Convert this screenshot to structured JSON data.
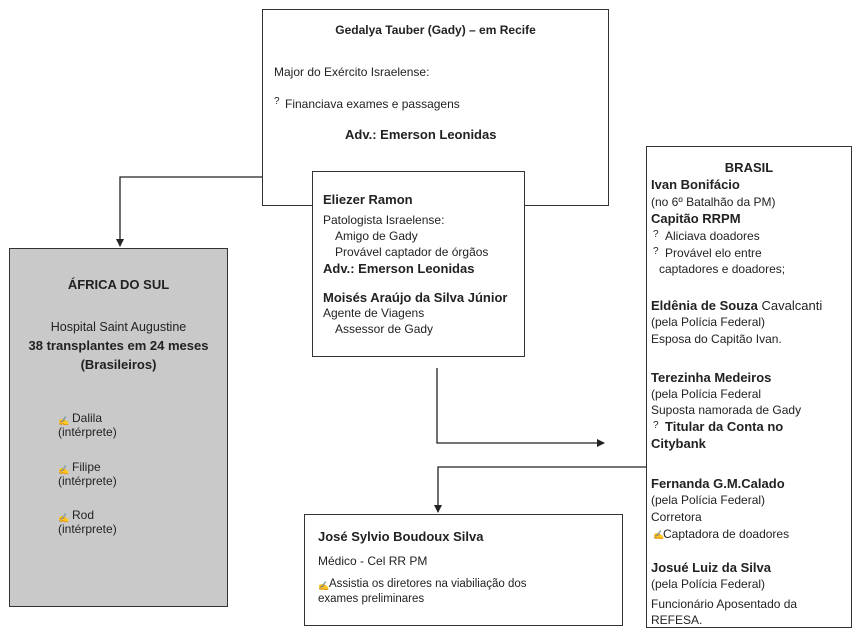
{
  "gedalya": {
    "title": "Gedalya Tauber (Gady) – em Recife",
    "line1": "Major do Exército Israelense:",
    "bullet": "?",
    "line2": "Financiava exames e passagens",
    "adv": "Adv.: Emerson Leonidas"
  },
  "africa": {
    "title": "ÁFRICA DO SUL",
    "hospital": "Hospital Saint Augustine",
    "transplants": "38 transplantes em 24 meses",
    "origin": "(Brasileiros)",
    "bullet": "✍",
    "people": [
      {
        "name": "Dalila",
        "role": "(intérprete)"
      },
      {
        "name": "Filipe",
        "role": "(intérprete)"
      },
      {
        "name": "Rod",
        "role": "(intérprete)"
      }
    ]
  },
  "eliezer": {
    "name": "Eliezer Ramon",
    "line1": "Patologista Israelense:",
    "line2": "Amigo de Gady",
    "line3": "Provável captador de órgãos",
    "adv": "Adv.: Emerson Leonidas",
    "moises": "Moisés Araújo da Silva Júnior",
    "moises_line1": "Agente de Viagens",
    "moises_line2": "Assessor de Gady"
  },
  "jose": {
    "name": "José Sylvio Boudoux Silva",
    "line1": "Médico - Cel RR PM",
    "bullet": "✍",
    "line2": "Assistia os diretores na viabiliação dos",
    "line3": "exames preliminares"
  },
  "brasil": {
    "title": "BRASIL",
    "ivan": {
      "name": "Ivan Bonifácio",
      "line1": "(no 6º  Batalhão da PM)",
      "rank": "Capitão RRPM",
      "bullet": "?",
      "b1": "Aliciava doadores",
      "b2": "Provável elo entre",
      "b2b": "captadores e doadores;"
    },
    "eldenia": {
      "name_bold": "Eldênia de Souza",
      "name_rest": " Cavalcanti",
      "line1": "(pela Polícia Federal)",
      "line2": "Esposa do  Capitão Ivan."
    },
    "terezinha": {
      "name": "Terezinha Medeiros",
      "line1": "(pela Polícia Federal",
      "line2": "Suposta namorada de  Gady",
      "bullet": "?",
      "bold1": "Titular da Conta no",
      "bold2": "Citybank"
    },
    "fernanda": {
      "name": "Fernanda G.M.Calado",
      "line1": "(pela Polícia Federal)",
      "line2": "Corretora",
      "bullet": "✍",
      "line3": "Captadora de doadores"
    },
    "josue": {
      "name": "Josué Luiz da Silva",
      "line1": "(pela Polícia Federal)",
      "line2": "Funcionário Aposentado da",
      "line3": "REFESA."
    }
  },
  "colors": {
    "africa_bg": "#c9c9c9",
    "border": "#333333",
    "text": "#222222"
  }
}
